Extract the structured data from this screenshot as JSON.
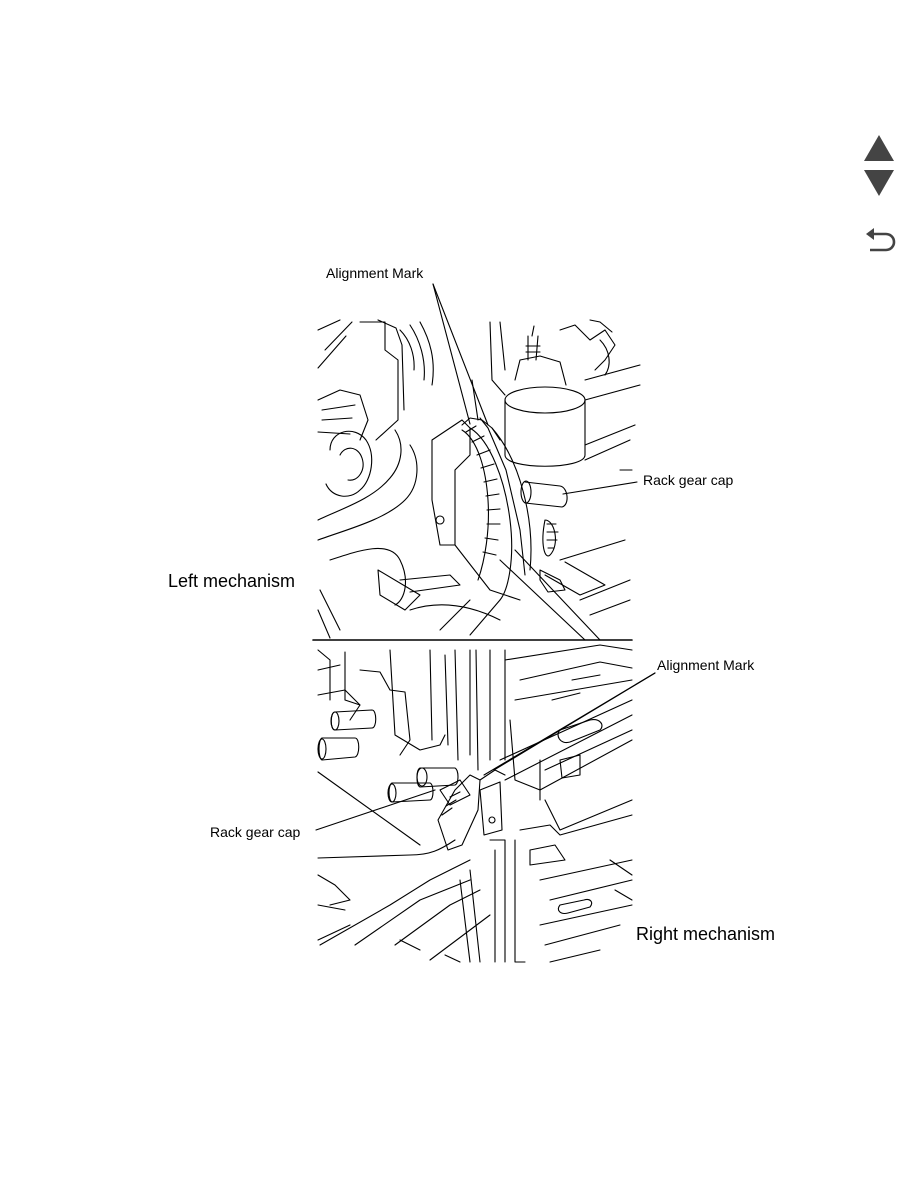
{
  "nav": {
    "prev_icon": "triangle-up-icon",
    "next_icon": "triangle-down-icon",
    "back_icon": "return-arrow-icon"
  },
  "figure": {
    "top_callout_alignment": "Alignment Mark",
    "top_callout_rack": "Rack gear cap",
    "top_caption": "Left mechanism",
    "bottom_callout_alignment": "Alignment Mark",
    "bottom_callout_rack": "Rack gear cap",
    "bottom_caption": "Right mechanism"
  }
}
